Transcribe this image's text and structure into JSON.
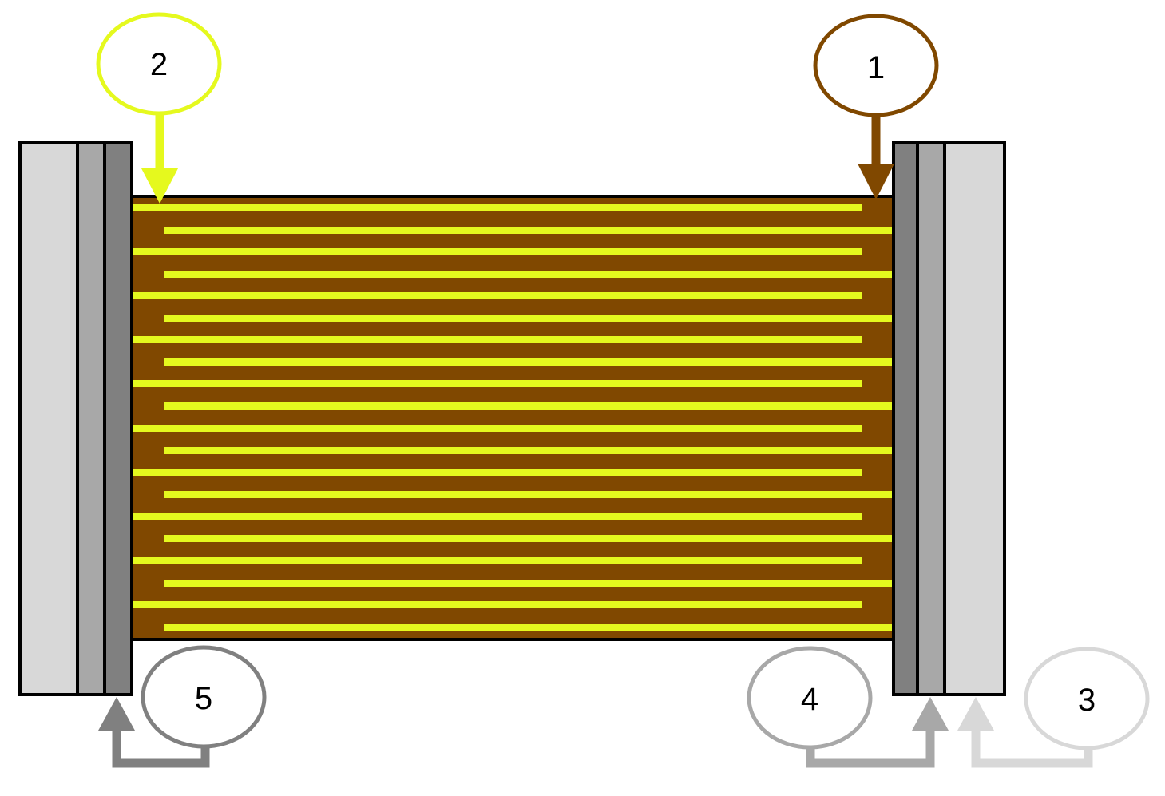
{
  "colors": {
    "background": "#ffffff",
    "outline": "#000000",
    "active_material": "#804800",
    "fingers": "#e5f91e",
    "plate_dark": "#808080",
    "plate_mid": "#a8a8a8",
    "plate_light": "#d8d8d8",
    "callout_1": "#804800",
    "callout_2": "#e5f91e",
    "callout_3": "#d8d8d8",
    "callout_4": "#a8a8a8",
    "callout_5": "#808080"
  },
  "callouts": {
    "c1": {
      "label": "1",
      "icon": "arrow-down-icon"
    },
    "c2": {
      "label": "2",
      "icon": "arrow-down-icon"
    },
    "c3": {
      "label": "3",
      "icon": "arrow-up-icon"
    },
    "c4": {
      "label": "4",
      "icon": "arrow-up-icon"
    },
    "c5": {
      "label": "5",
      "icon": "arrow-up-icon"
    }
  },
  "structure": {
    "finger_pairs": 10,
    "side_layers": 3
  }
}
